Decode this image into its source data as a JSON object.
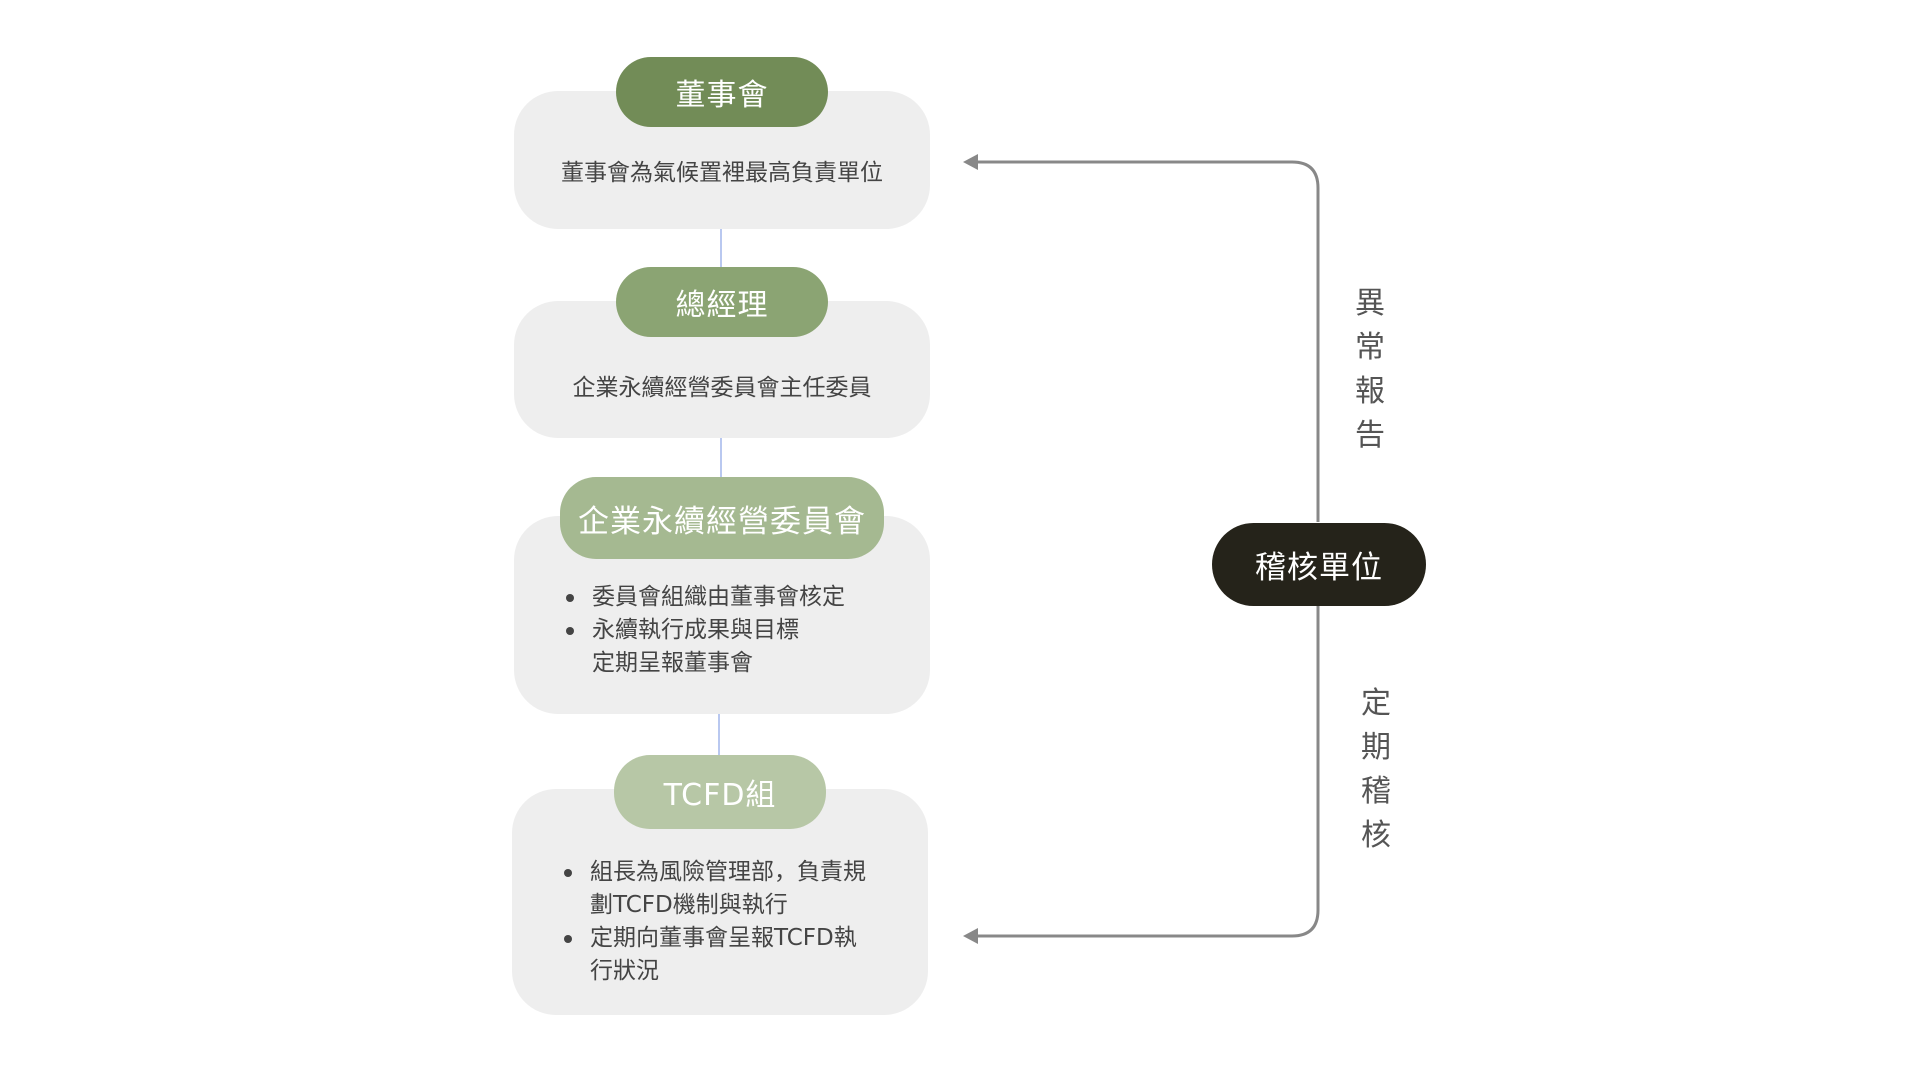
{
  "colors": {
    "board": "#728c57",
    "gm": "#8ba473",
    "committee": "#a5b991",
    "tcfd": "#b7c7a6",
    "audit": "#25231a",
    "card": "#eeeeee",
    "arrow": "#888888",
    "connector": "#b9c8f0"
  },
  "board": {
    "title": "董事會",
    "desc": "董事會為氣候置裡最高負責單位"
  },
  "gm": {
    "title": "總經理",
    "desc": "企業永續經營委員會主任委員"
  },
  "committee": {
    "title": "企業永續經營委員會",
    "bullets": [
      "委員會組織由董事會核定",
      "永續執行成果與目標\n定期呈報董事會"
    ]
  },
  "tcfd": {
    "title": "TCFD組",
    "bullets": [
      "組長為風險管理部，負責規\n劃TCFD機制與執行",
      "定期向董事會呈報TCFD執\n行狀況"
    ]
  },
  "audit": {
    "title": "稽核單位",
    "upper_label": "異常報告",
    "lower_label": "定期稽核"
  }
}
